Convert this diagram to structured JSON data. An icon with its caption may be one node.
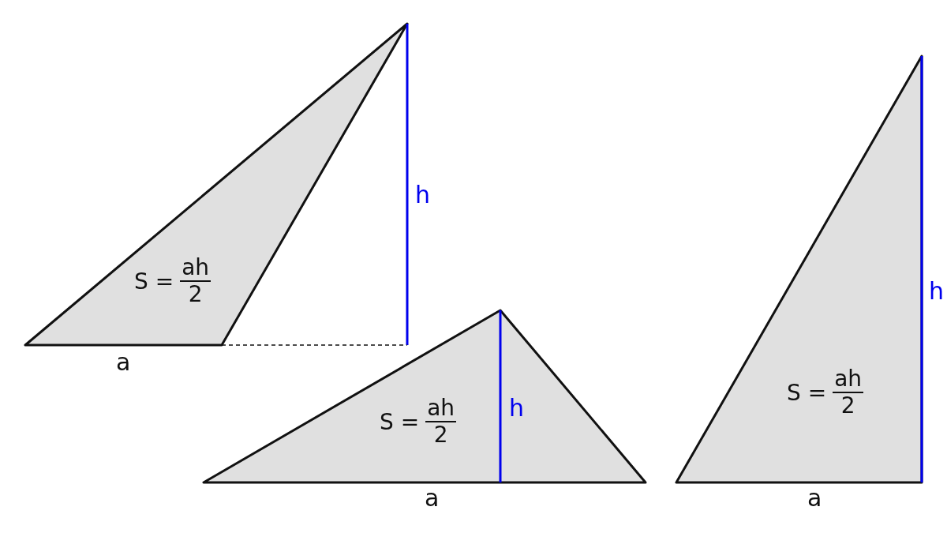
{
  "diagram": {
    "nodes": [
      {
        "text": [
          "S =",
          "ah",
          "2"
        ]
      },
      {
        "text": [
          "S =",
          "ah",
          "2"
        ]
      },
      {
        "text": [
          "S =",
          "ah",
          "2"
        ]
      }
    ],
    "labels": [
      "h",
      "h",
      "a",
      "h",
      "a",
      "a"
    ]
  }
}
